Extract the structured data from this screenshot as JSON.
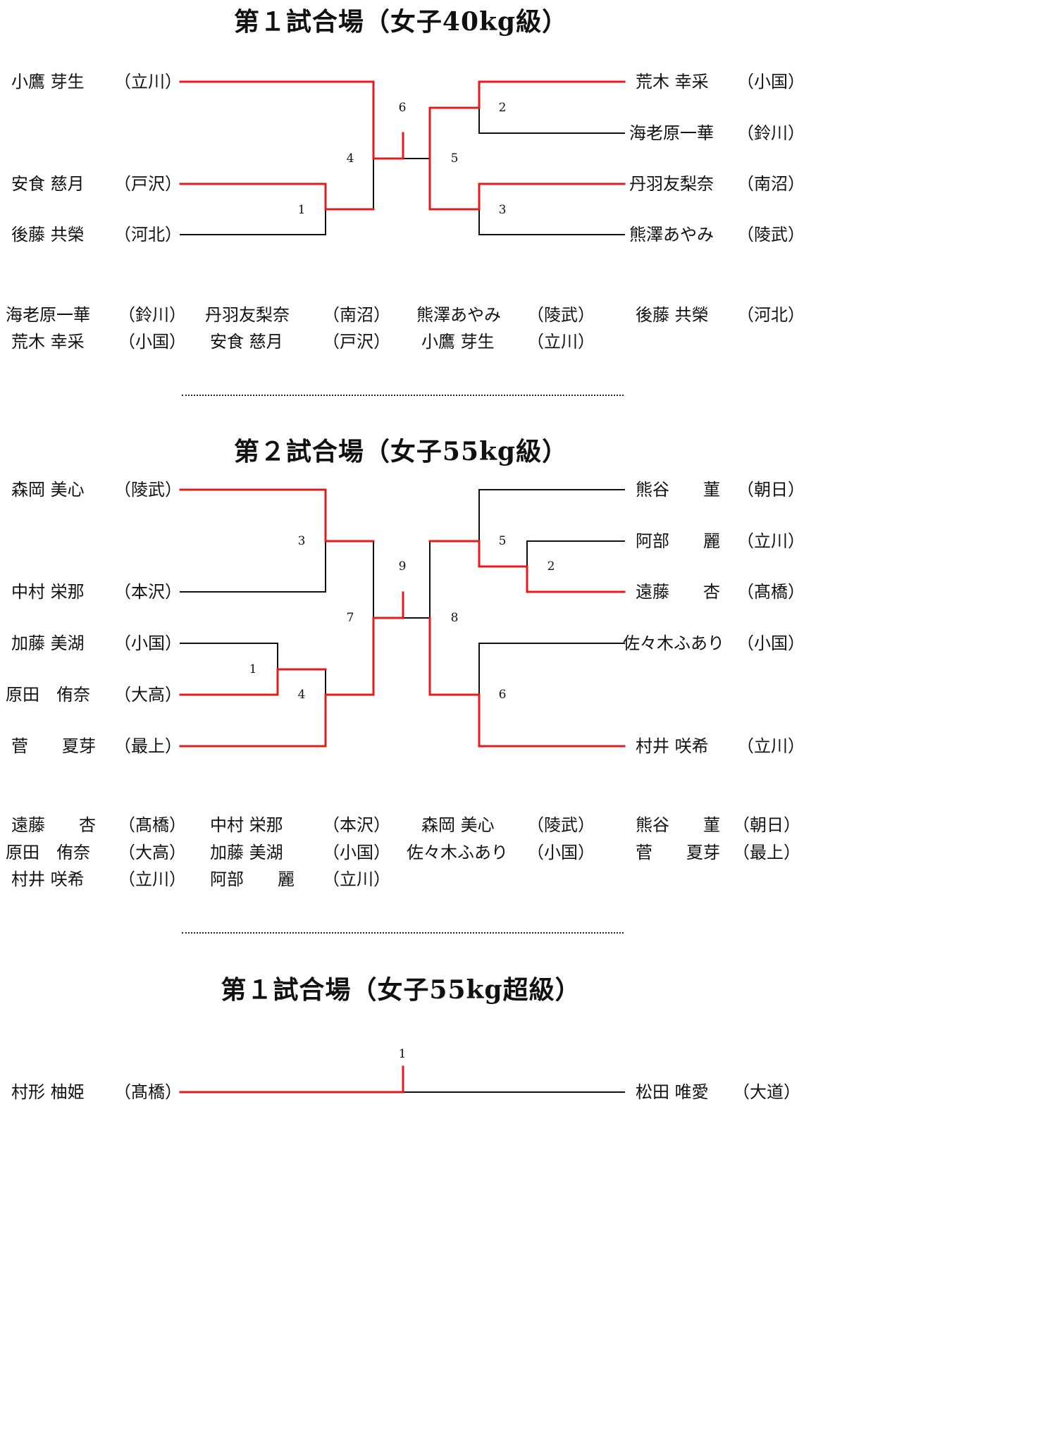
{
  "sections": [
    {
      "title": "第１試合場（女子40kg級）",
      "left": [
        {
          "name": "小鷹 芽生",
          "team": "（立川）"
        },
        {
          "name": "安食 慈月",
          "team": "（戸沢）"
        },
        {
          "name": "後藤 共榮",
          "team": "（河北）"
        }
      ],
      "right": [
        {
          "name": "荒木 幸采",
          "team": "（小国）"
        },
        {
          "name": "海老原一華",
          "team": "（鈴川）"
        },
        {
          "name": "丹羽友梨奈",
          "team": "（南沼）"
        },
        {
          "name": "熊澤あやみ",
          "team": "（陵武）"
        }
      ],
      "matches": [
        "1",
        "2",
        "3",
        "4",
        "5",
        "6"
      ],
      "results": [
        [
          "海老原一華",
          "（鈴川）",
          "丹羽友梨奈",
          "（南沼）",
          "熊澤あやみ",
          "（陵武）",
          "後藤 共榮",
          "（河北）"
        ],
        [
          "荒木 幸采",
          "（小国）",
          "安食 慈月",
          "（戸沢）",
          "小鷹 芽生",
          "（立川）",
          "",
          ""
        ]
      ]
    },
    {
      "title": "第２試合場（女子55kg級）",
      "left": [
        {
          "name": "森岡 美心",
          "team": "（陵武）"
        },
        {
          "name": "中村 栄那",
          "team": "（本沢）"
        },
        {
          "name": "加藤 美湖",
          "team": "（小国）"
        },
        {
          "name": "原田　侑奈",
          "team": "（大高）"
        },
        {
          "name": "菅　　夏芽",
          "team": "（最上）"
        }
      ],
      "right": [
        {
          "name": "熊谷　　菫",
          "team": "（朝日）"
        },
        {
          "name": "阿部　　麗",
          "team": "（立川）"
        },
        {
          "name": "遠藤　　杏",
          "team": "（髙橋）"
        },
        {
          "name": "佐々木ふあり",
          "team": "（小国）"
        },
        {
          "name": "村井 咲希",
          "team": "（立川）"
        }
      ],
      "matches": [
        "1",
        "2",
        "3",
        "4",
        "5",
        "6",
        "7",
        "8",
        "9"
      ],
      "results": [
        [
          "遠藤　　杏",
          "（髙橋）",
          "中村 栄那",
          "（本沢）",
          "森岡 美心",
          "（陵武）",
          "熊谷　　菫",
          "（朝日）"
        ],
        [
          "原田　侑奈",
          "（大高）",
          "加藤 美湖",
          "（小国）",
          "佐々木ふあり",
          "（小国）",
          "菅　　夏芽",
          "（最上）"
        ],
        [
          "村井 咲希",
          "（立川）",
          "阿部　　麗",
          "（立川）",
          "",
          "",
          "",
          ""
        ]
      ]
    },
    {
      "title": "第１試合場（女子55kg超級）",
      "left": [
        {
          "name": "村形 柚姫",
          "team": "（髙橋）"
        }
      ],
      "right": [
        {
          "name": "松田 唯愛",
          "team": "（大道）"
        }
      ],
      "matches": [
        "1"
      ]
    }
  ],
  "colors": {
    "winner_line": "#e21b1b",
    "line": "#111111"
  }
}
